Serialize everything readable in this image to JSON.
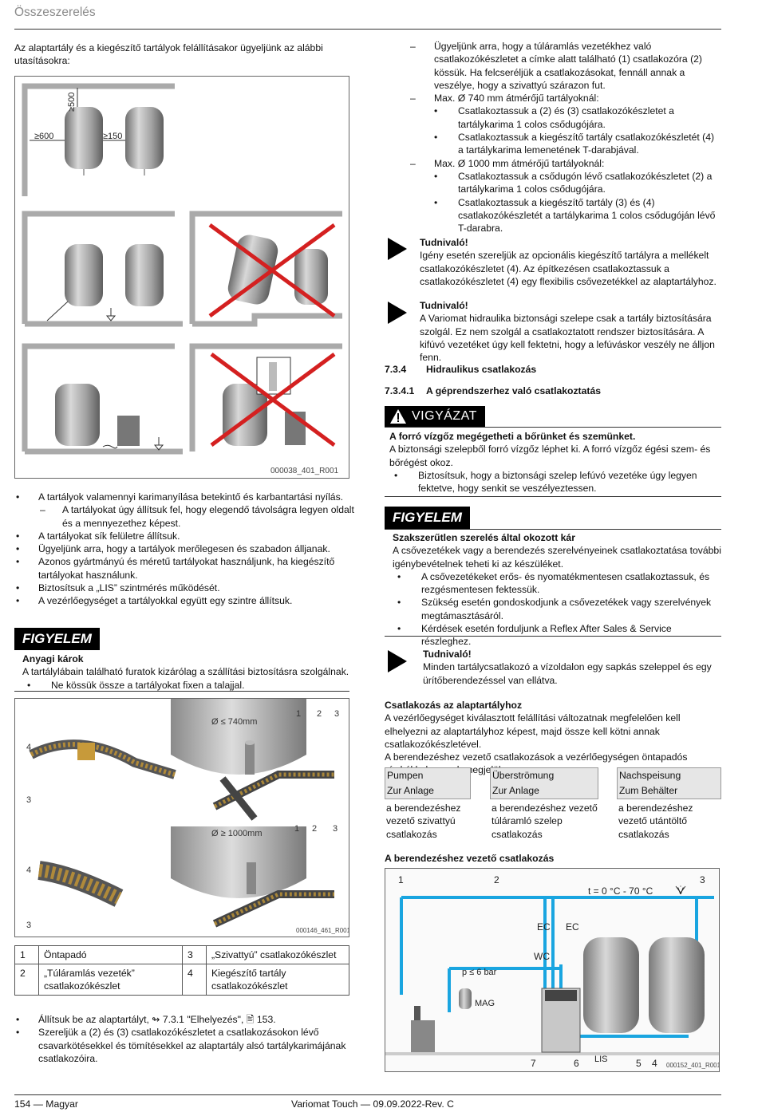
{
  "header": {
    "title": "Összeszerelés"
  },
  "left": {
    "intro": "Az alaptartály és a kiegészítő tartályok felállításakor ügyeljünk az alábbi utasításokra:",
    "fig1": {
      "dim_500": "≥500",
      "dim_600": "≥600",
      "dim_150": "≥150",
      "code": "000038_401_R001"
    },
    "list": [
      {
        "type": "bullet",
        "text": "A tartályok valamennyi karimanyílása betekintő és karbantartási nyílás."
      },
      {
        "type": "dash",
        "text": "A tartályokat úgy állítsuk fel, hogy elegendő távolságra legyen oldalt és a mennyezethez képest."
      },
      {
        "type": "bullet",
        "text": "A tartályokat sík felületre állítsuk."
      },
      {
        "type": "bullet",
        "text": "Ügyeljünk arra, hogy a tartályok merőlegesen és szabadon álljanak."
      },
      {
        "type": "bullet",
        "text": "Azonos gyártmányú és méretű tartályokat használjunk, ha kiegészítő tartályokat használunk."
      },
      {
        "type": "bullet",
        "text": "Biztosítsuk a „LIS” szintmérés működését."
      },
      {
        "type": "bullet",
        "text": "A vezérlőegységet a tartályokkal együtt egy szintre állítsuk."
      }
    ],
    "notice": {
      "badge": "FIGYELEM",
      "title": "Anyagi károk",
      "text": "A tartálylábain található furatok kizárólag a szállítási biztosításra szolgálnak.",
      "bullet": "Ne kössük össze a tartályokat fixen a talajjal."
    },
    "fig2": {
      "d740": "Ø ≤ 740mm",
      "d1000": "Ø ≥ 1000mm",
      "n1": "1",
      "n2": "2",
      "n3": "3",
      "n4": "4",
      "code": "000146_461_R001"
    },
    "table": [
      {
        "n1": "1",
        "t1": "Öntapadó",
        "n2": "3",
        "t2": "„Szivattyú” csatlakozókészlet"
      },
      {
        "n1": "2",
        "t1": "„Túláramlás vezeték” csatlakozókészlet",
        "n2": "4",
        "t2": "Kiegészítő tartály csatlakozókészlet"
      }
    ],
    "bottom_list": [
      "Állítsuk be az alaptartályt, ↬ 7.3.1 \"Elhelyezés\", 🖹 153.",
      "Szereljük a (2) és (3) csatlakozókészletet a csatlakozásokon lévő csavarkötésekkel és tömítésekkel az alaptartály alsó tartálykarimájának csatlakozóira."
    ]
  },
  "right": {
    "dash1": "Ügyeljünk arra, hogy a túláramlás vezetékhez való csatlakozókészletet a címke alatt található (1) csatlakozóra (2) kössük. Ha felcseréljük a csatlakozásokat, fennáll annak a veszélye, hogy a szivattyú szárazon fut.",
    "dash2": "Max. Ø 740 mm átmérőjű tartályoknál:",
    "dash2_b1": "Csatlakoztassuk a (2) és (3) csatlakozókészletet a tartálykarima 1 colos csődugójára.",
    "dash2_b2": "Csatlakoztassuk a kiegészítő tartály csatlakozókészletét (4) a tartálykarima lemenetének T-darabjával.",
    "dash3": "Max. Ø 1000 mm átmérőjű tartályoknál:",
    "dash3_b1": "Csatlakoztassuk a csődugón lévő csatlakozókészletet (2) a tartálykarima 1 colos csődugójára.",
    "dash3_b2": "Csatlakoztassuk a kiegészítő tartály (3) és (4) csatlakozókészletét a tartálykarima 1 colos csődugóján lévő T-darabra.",
    "note1": {
      "title": "Tudnivaló!",
      "text": "Igény esetén szereljük az opcionális kiegészítő tartályra a mellékelt csatlakozókészletet (4). Az építkezésen csatlakoztassuk a csatlakozókészletet (4) egy flexibilis csővezetékkel az alaptartályhoz."
    },
    "note2": {
      "title": "Tudnivaló!",
      "text": "A Variomat hidraulika biztonsági szelepe csak a tartály biztosítására szolgál. Ez nem szolgál a csatlakoztatott rendszer biztosítására. A kifúvó vezetéket úgy kell fektetni, hogy a lefúváskor veszély ne álljon fenn."
    },
    "h734_num": "7.3.4",
    "h734": "Hidraulikus csatlakozás",
    "h7341_num": "7.3.4.1",
    "h7341": "A géprendszerhez való csatlakoztatás",
    "caution": {
      "badge": "VIGYÁZAT",
      "title": "A forró vízgőz megégetheti a bőrünket és szemünket.",
      "text": "A biztonsági szelepből forró vízgőz léphet ki. A forró vízgőz égési szem- és bőrégést okoz.",
      "bullet": "Biztosítsuk, hogy a biztonsági szelep lefúvó vezetéke úgy legyen fektetve, hogy senkit se veszélyeztessen."
    },
    "notice": {
      "badge": "FIGYELEM",
      "title": "Szakszerűtlen szerelés által okozott kár",
      "text": "A csővezetékek vagy a berendezés szerelvényeinek csatlakoztatása további igénybevételnek teheti ki az készüléket.",
      "bullets": [
        "A csővezetékeket erős- és nyomatékmentesen csatlakoztassuk, és rezgésmentesen fektessük.",
        "Szükség esetén gondoskodjunk a csővezetékek vagy szerelvények megtámasztásáról.",
        "Kérdések esetén forduljunk a Reflex After Sales & Service részleghez."
      ]
    },
    "note3": {
      "title": "Tudnivaló!",
      "text": "Minden tartálycsatlakozó a vízoldalon egy sapkás szeleppel és egy ürítőberendezéssel van ellátva."
    },
    "conn_title": "Csatlakozás az alaptartályhoz",
    "conn_text1": "A vezérlőegységet kiválasztott felállítási változatnak megfelelően kell elhelyezni az alaptartályhoz képest, majd össze kell kötni annak csatlakozókészletével.",
    "conn_text2": "A berendezéshez vezető csatlakozások a vezérlőegységen öntapadós címkékkel vannak megjelölve:",
    "labels": [
      {
        "l1": "Pumpen",
        "l2": "Zur Anlage",
        "desc": "a berendezéshez vezető szivattyú csatlakozás"
      },
      {
        "l1": "Überströmung",
        "l2": "Zur Anlage",
        "desc": "a berendezéshez vezető túláramló szelep csatlakozás"
      },
      {
        "l1": "Nachspeisung",
        "l2": "Zum Behälter",
        "desc": "a berendezéshez vezető utántöltő csatlakozás"
      }
    ],
    "diag_title": "A berendezéshez vezető csatlakozás",
    "diag": {
      "n1": "1",
      "n2": "2",
      "n3": "3",
      "n4": "4",
      "n5": "5",
      "n6": "6",
      "n7": "7",
      "temp": "t = 0 °C - 70 °C",
      "v": "V̇",
      "ec1": "EC",
      "ec2": "EC",
      "wc": "WC",
      "p": "p ≤ 6 bar",
      "mag": "MAG",
      "lis": "LIS",
      "code": "000152_401_R001"
    }
  },
  "footer": {
    "left": "154 — Magyar",
    "center": "Variomat Touch — 09.09.2022-Rev. C"
  },
  "colors": {
    "accent_red": "#d42020",
    "pipe_blue": "#19a5e0",
    "tank_grey": "#9a9a9a"
  }
}
